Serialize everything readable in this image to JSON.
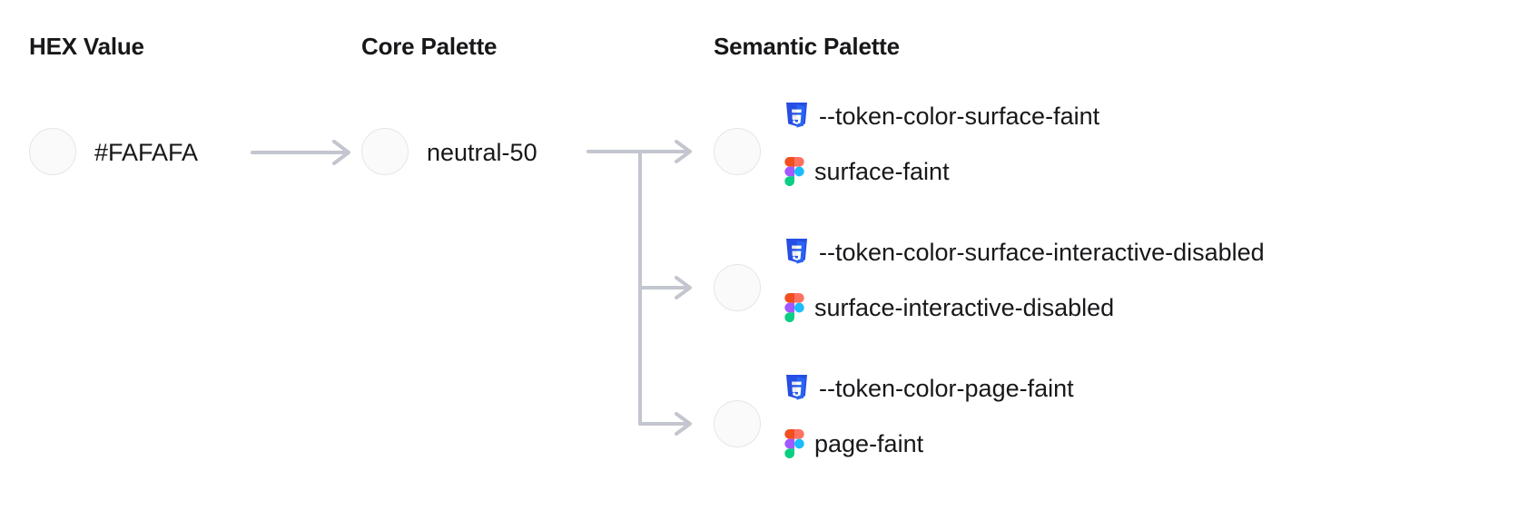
{
  "columns": {
    "hex": "HEX Value",
    "core": "Core Palette",
    "semantic": "Semantic Palette"
  },
  "colors": {
    "swatch_fill": "#FAFAFA",
    "swatch_border": "#E6E6E9",
    "text": "#18181B",
    "connector": "#C3C6CE",
    "css_icon_blue": "#264DE4",
    "figma_red": "#F24E1E",
    "figma_purple": "#A259FF",
    "figma_blue": "#1ABCFE",
    "figma_green": "#0ACF83",
    "figma_pink": "#FF7262"
  },
  "hex_value": {
    "swatch_color": "#FAFAFA",
    "label": "#FAFAFA"
  },
  "core_value": {
    "swatch_color": "#FAFAFA",
    "label": "neutral-50"
  },
  "semantic_tokens": [
    {
      "swatch_color": "#FAFAFA",
      "css_icon": "css3-icon",
      "css_token": "--token-color-surface-faint",
      "figma_icon": "figma-icon",
      "figma_token": "surface-faint"
    },
    {
      "swatch_color": "#FAFAFA",
      "css_icon": "css3-icon",
      "css_token": "--token-color-surface-interactive-disabled",
      "figma_icon": "figma-icon",
      "figma_token": "surface-interactive-disabled"
    },
    {
      "swatch_color": "#FAFAFA",
      "css_icon": "css3-icon",
      "css_token": "--token-color-page-faint",
      "figma_icon": "figma-icon",
      "figma_token": "page-faint"
    }
  ],
  "connectors": {
    "hex_to_core": "arrow-right",
    "core_to_semantic": "branching-arrow-right"
  }
}
